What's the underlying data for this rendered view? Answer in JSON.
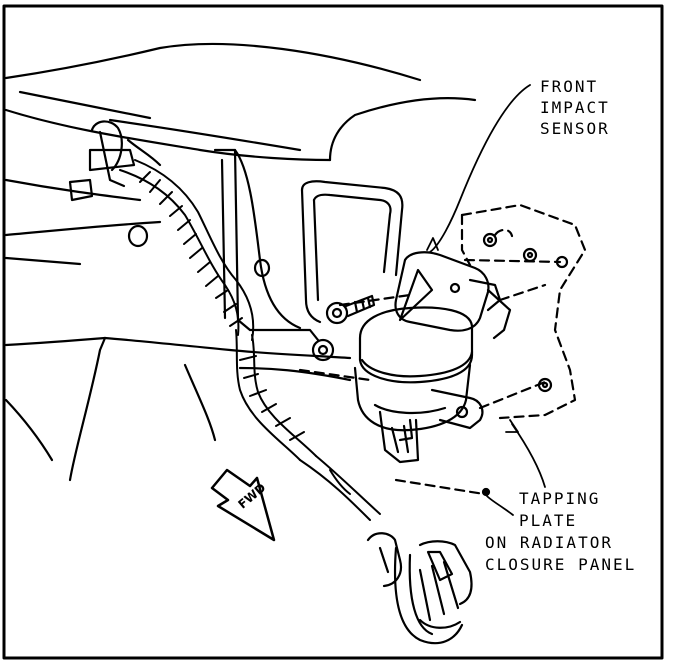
{
  "callouts": {
    "front_impact_sensor": [
      "FRONT",
      "IMPACT",
      "SENSOR"
    ],
    "tapping_plate": [
      "TAPPING",
      "PLATE",
      "ON RADIATOR",
      "CLOSURE PANEL"
    ]
  },
  "direction_arrow": {
    "label": "FWD",
    "icon": "forward-arrow-icon"
  },
  "colors": {
    "ink": "#000000",
    "paper": "#ffffff"
  }
}
